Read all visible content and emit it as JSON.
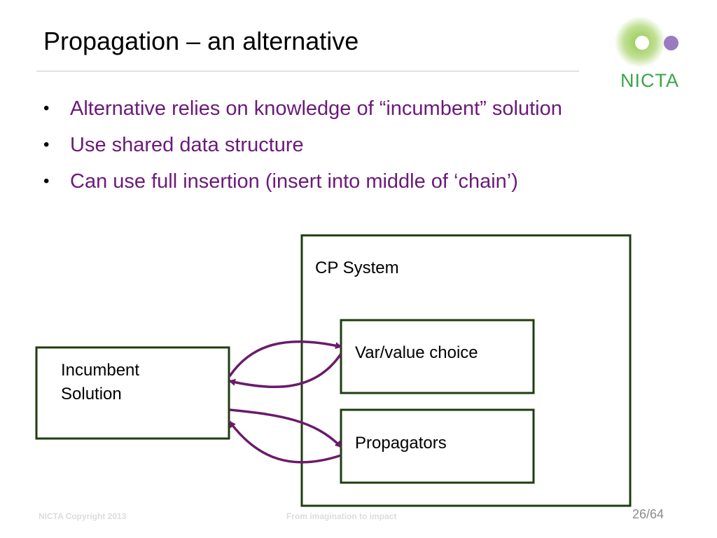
{
  "slide": {
    "title": "Propagation – an alternative",
    "bullets": [
      "Alternative relies on knowledge of “incumbent” solution",
      "Use shared data structure",
      "Can use full insertion (insert into middle of ‘chain’)"
    ],
    "bullet_glyph": "•"
  },
  "logo": {
    "text": "NICTA",
    "colors": {
      "green": "#8dc63f",
      "purple": "#9a7bc0",
      "text": "#3aa54a"
    }
  },
  "diagram": {
    "cp_system_label": "CP System",
    "incumbent_line1": "Incumbent",
    "incumbent_line2": "Solution",
    "varvalue_label": "Var/value choice",
    "propagators_label": "Propagators",
    "colors": {
      "box_border": "#1f3d0f",
      "arrow": "#6b1a6b"
    }
  },
  "footer": {
    "copyright": "NICTA Copyright 2013",
    "tagline": "From imagination to impact",
    "page": "26/64"
  }
}
